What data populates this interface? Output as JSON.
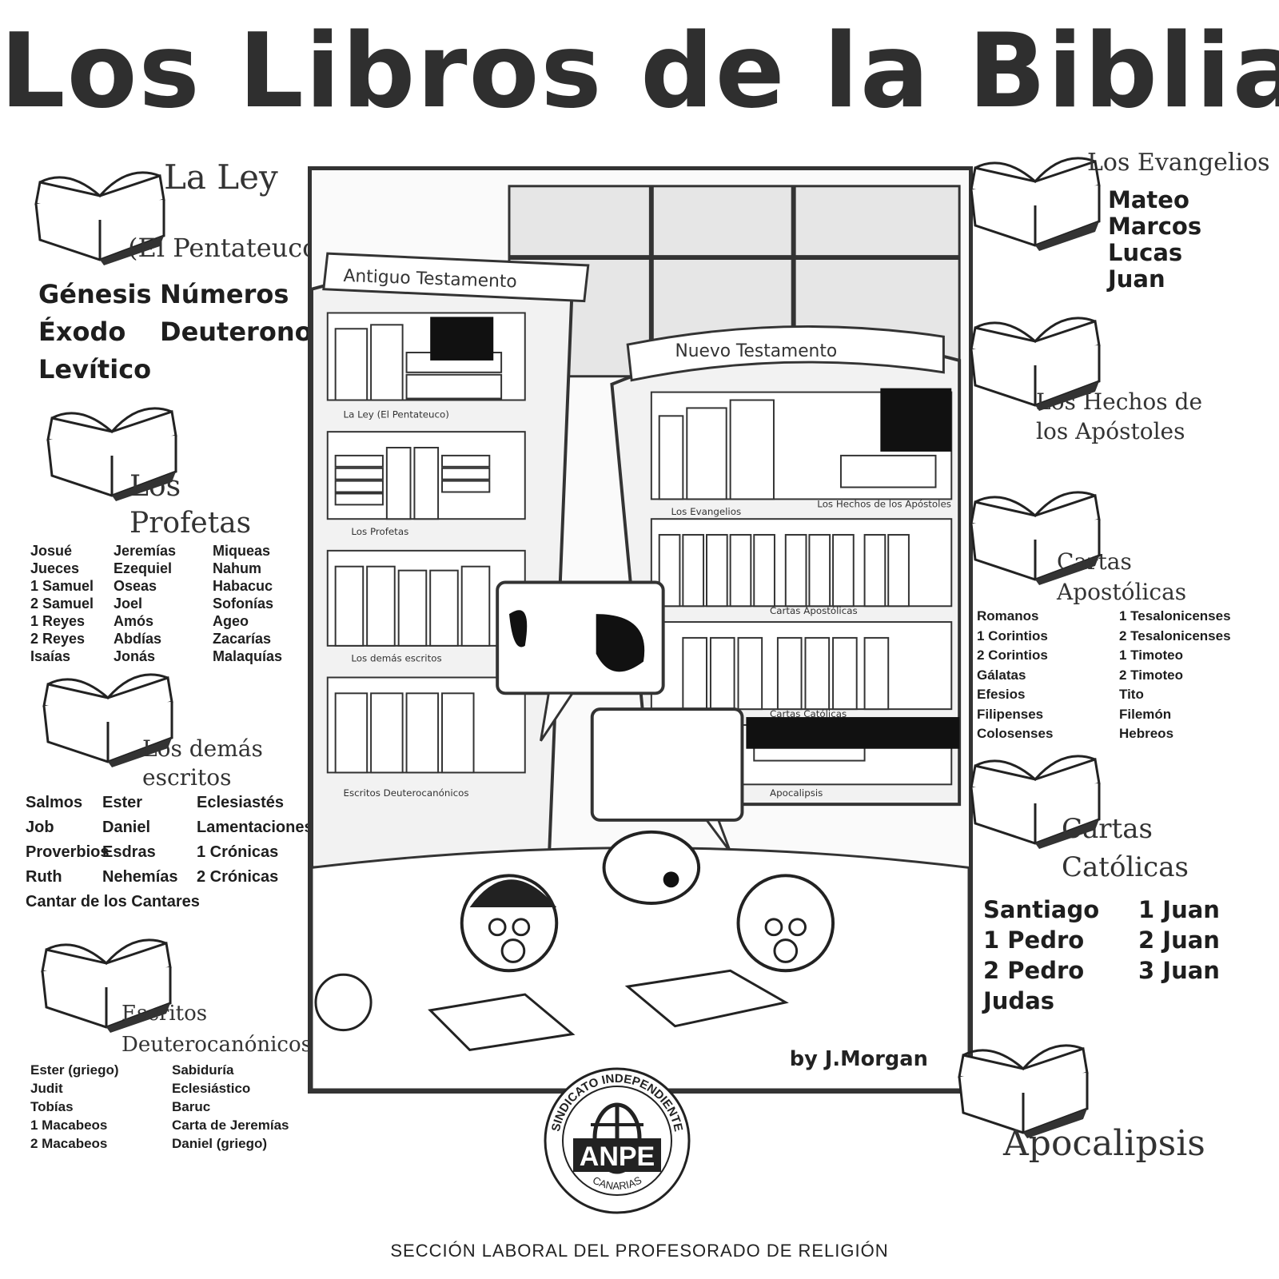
{
  "title": "Los Libros de la Biblia",
  "footer": "SECCIÓN LABORAL DEL PROFESORADO DE RELIGIÓN",
  "logo": {
    "top_text": "SINDICATO INDEPENDIENTE",
    "name": "ANPE",
    "bottom_text": "CANARIAS"
  },
  "signature": "by J.Morgan",
  "icons": [
    "open-book-icon",
    "anpe-globe-icon"
  ],
  "scene": {
    "antiguo": "Antiguo Testamento",
    "nuevo": "Nuevo Testamento",
    "shelves_left": [
      "La Ley (El Pentateuco)",
      "Los Profetas",
      "Los demás escritos",
      "Escritos Deuterocanónicos"
    ],
    "shelves_right": [
      "Los Evangelios",
      "Los Hechos de los Apóstoles",
      "Cartas Apostólicas",
      "Cartas Católicas",
      "Apocalipsis"
    ]
  },
  "sections": {
    "ley": {
      "title1": "La Ley",
      "title2": "(El Pentateuco)",
      "col1": [
        "Génesis",
        "Éxodo",
        "Levítico"
      ],
      "col2": [
        "Números",
        "Deuteronomio"
      ]
    },
    "profetas": {
      "title1": "Los",
      "title2": "Profetas",
      "col1": [
        "Josué",
        "Jueces",
        "1 Samuel",
        "2 Samuel",
        "1 Reyes",
        "2 Reyes",
        "Isaías"
      ],
      "col2": [
        "Jeremías",
        "Ezequiel",
        "Oseas",
        "Joel",
        "Amós",
        "Abdías",
        "Jonás"
      ],
      "col3": [
        "Miqueas",
        "Nahum",
        "Habacuc",
        "Sofonías",
        "Ageo",
        "Zacarías",
        "Malaquías"
      ]
    },
    "demas": {
      "title1": "Los demás",
      "title2": "escritos",
      "col1": [
        "Salmos",
        "Job",
        "Proverbios",
        "Ruth",
        "Cantar de los Cantares"
      ],
      "col2": [
        "Ester",
        "Daniel",
        "Esdras",
        "Nehemías"
      ],
      "col3": [
        "Eclesiastés",
        "Lamentaciones",
        "1 Crónicas",
        "2 Crónicas"
      ]
    },
    "deutero": {
      "title1": "Escritos",
      "title2": "Deuterocanónicos",
      "col1": [
        "Ester (griego)",
        "Judit",
        "Tobías",
        "1 Macabeos",
        "2 Macabeos"
      ],
      "col2": [
        "Sabiduría",
        "Eclesiástico",
        "Baruc",
        "Carta de Jeremías",
        "Daniel (griego)"
      ]
    },
    "evangelios": {
      "title": "Los Evangelios",
      "col1": [
        "Mateo",
        "Marcos",
        "Lucas",
        "Juan"
      ]
    },
    "hechos": {
      "title1": "Los Hechos de",
      "title2": "los Apóstoles"
    },
    "apostolicas": {
      "title1": "Cartas",
      "title2": "Apostólicas",
      "col1": [
        "Romanos",
        "1 Corintios",
        "2 Corintios",
        "Gálatas",
        "Efesios",
        "Filipenses",
        "Colosenses"
      ],
      "col2": [
        "1 Tesalonicenses",
        "2 Tesalonicenses",
        "1 Timoteo",
        "2 Timoteo",
        "Tito",
        "Filemón",
        "Hebreos"
      ]
    },
    "catolicas": {
      "title1": "Cartas",
      "title2": "Católicas",
      "col1": [
        "Santiago",
        "1 Pedro",
        "2 Pedro",
        "Judas"
      ],
      "col2": [
        "1 Juan",
        "2 Juan",
        "3 Juan"
      ]
    },
    "apocalipsis": {
      "title": "Apocalipsis"
    }
  }
}
